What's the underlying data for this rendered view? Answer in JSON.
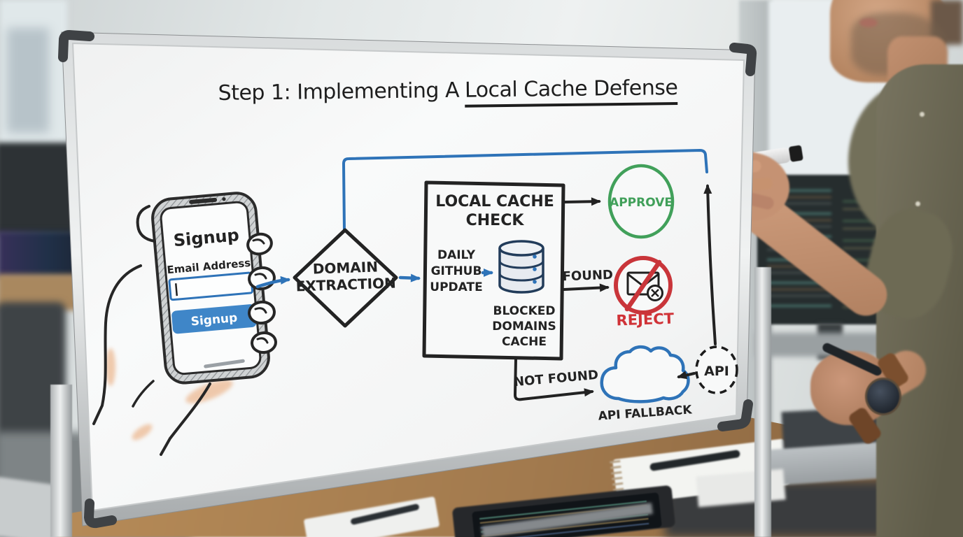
{
  "title": {
    "prefix": "Step 1: Implementing A",
    "underlined": "Local Cache Defense"
  },
  "whiteboard": {
    "phone": {
      "screen_title": "Signup",
      "email_label": "Email Address",
      "email_value": "",
      "signup_button": "Signup"
    },
    "diamond": {
      "line1": "DOMAIN",
      "line2": "EXTRACTION"
    },
    "cache_box": {
      "title1": "LOCAL CACHE",
      "title2": "CHECK",
      "update1": "DAILY",
      "update2": "GITHUB",
      "update3": "UPDATE",
      "db1": "BLOCKED",
      "db2": "DOMAINS",
      "db3": "CACHE"
    },
    "approve": "APPROVE",
    "reject": "REJECT",
    "found": "FOUND",
    "not_found": "NOT FOUND",
    "api_fallback": "API FALLBACK",
    "api": "API"
  },
  "flow": [
    {
      "from": "signup-phone",
      "to": "domain-extraction",
      "color": "blue"
    },
    {
      "from": "domain-extraction",
      "to": "local-cache-check",
      "color": "blue"
    },
    {
      "from": "domain-extraction",
      "to": "top-right-of-board",
      "color": "blue"
    },
    {
      "from": "daily-github-update",
      "to": "blocked-domains-cache",
      "color": "blue"
    },
    {
      "from": "local-cache-check",
      "to": "approve",
      "label": "",
      "color": "black"
    },
    {
      "from": "local-cache-check",
      "to": "reject",
      "label": "FOUND",
      "color": "black"
    },
    {
      "from": "local-cache-check",
      "to": "api-fallback",
      "label": "NOT FOUND",
      "color": "black"
    },
    {
      "from": "api",
      "to": "api-fallback",
      "color": "black"
    },
    {
      "from": "api",
      "to": "top-right-of-board",
      "color": "black"
    }
  ],
  "colors": {
    "marker_black": "#222222",
    "marker_blue": "#2e73b8",
    "marker_green": "#41a05a",
    "marker_red": "#c9353a",
    "signup_button_blue": "#3f86c8",
    "whiteboard": "#f7f8f8",
    "desk_wood": "#ab8152",
    "shirt_olive": "#6f6b55"
  }
}
